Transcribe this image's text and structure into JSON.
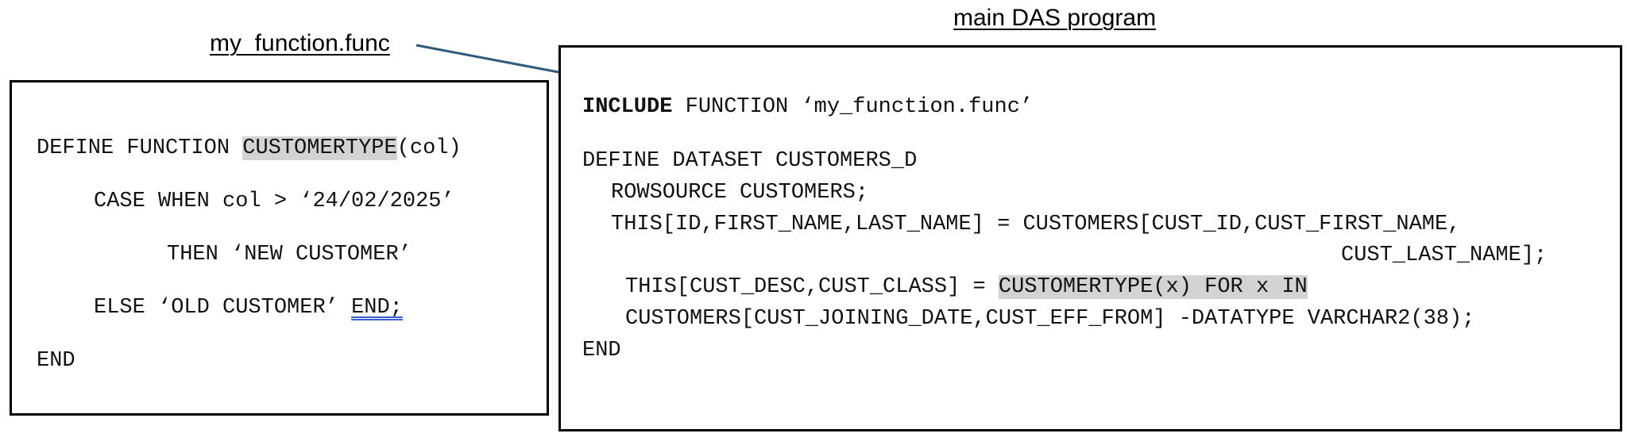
{
  "labels": {
    "function_file": "my_function.func",
    "main_program": "main DAS program"
  },
  "function_box": {
    "line1_prefix": "DEFINE FUNCTION ",
    "line1_highlight": "CUSTOMERTYPE",
    "line1_suffix": "(col)",
    "line2": "CASE WHEN col > ‘24/02/2025’",
    "line3": "THEN ‘NEW CUSTOMER’",
    "line4_prefix": "ELSE ‘OLD CUSTOMER’ ",
    "line4_underlined": "END;",
    "line5": "END"
  },
  "main_box": {
    "line1_keyword": "INCLUDE",
    "line1_rest": " FUNCTION ‘my_function.func’",
    "line2": "DEFINE DATASET CUSTOMERS_D",
    "line3": "ROWSOURCE CUSTOMERS;",
    "line4": "THIS[ID,FIRST_NAME,LAST_NAME] = CUSTOMERS[CUST_ID,CUST_FIRST_NAME,",
    "line5": "CUST_LAST_NAME];",
    "line6_prefix": "THIS[CUST_DESC,CUST_CLASS] = ",
    "line6_highlight": "CUSTOMERTYPE(x) FOR x IN",
    "line7": "CUSTOMERS[CUST_JOINING_DATE,CUST_EFF_FROM] -DATATYPE VARCHAR2(38);",
    "line8": "END"
  },
  "colors": {
    "arrow": "#2e5a7e",
    "highlight": "#d3d3d3",
    "double_underline": "#3a5fcd"
  },
  "icons": {
    "arrow": "arrow-right-icon"
  }
}
